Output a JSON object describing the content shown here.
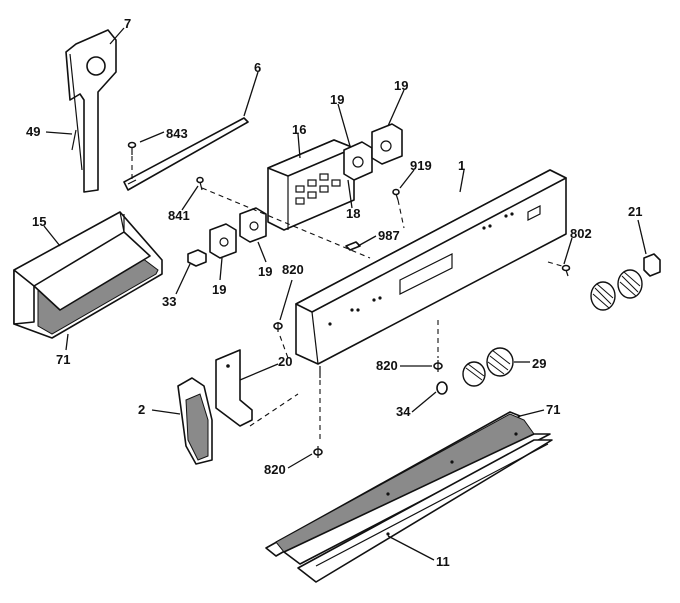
{
  "labels": {
    "p7": "7",
    "p6": "6",
    "p49": "49",
    "p843": "843",
    "p16": "16",
    "p19a": "19",
    "p19b": "19",
    "p841": "841",
    "p18": "18",
    "p919": "919",
    "p1": "1",
    "p15": "15",
    "p987": "987",
    "p802": "802",
    "p21": "21",
    "p33": "33",
    "p19c": "19",
    "p19d": "19",
    "p820a": "820",
    "p71a": "71",
    "p20": "20",
    "p820b": "820",
    "p29": "29",
    "p2": "2",
    "p34": "34",
    "p71b": "71",
    "p820c": "820",
    "p11": "11"
  }
}
